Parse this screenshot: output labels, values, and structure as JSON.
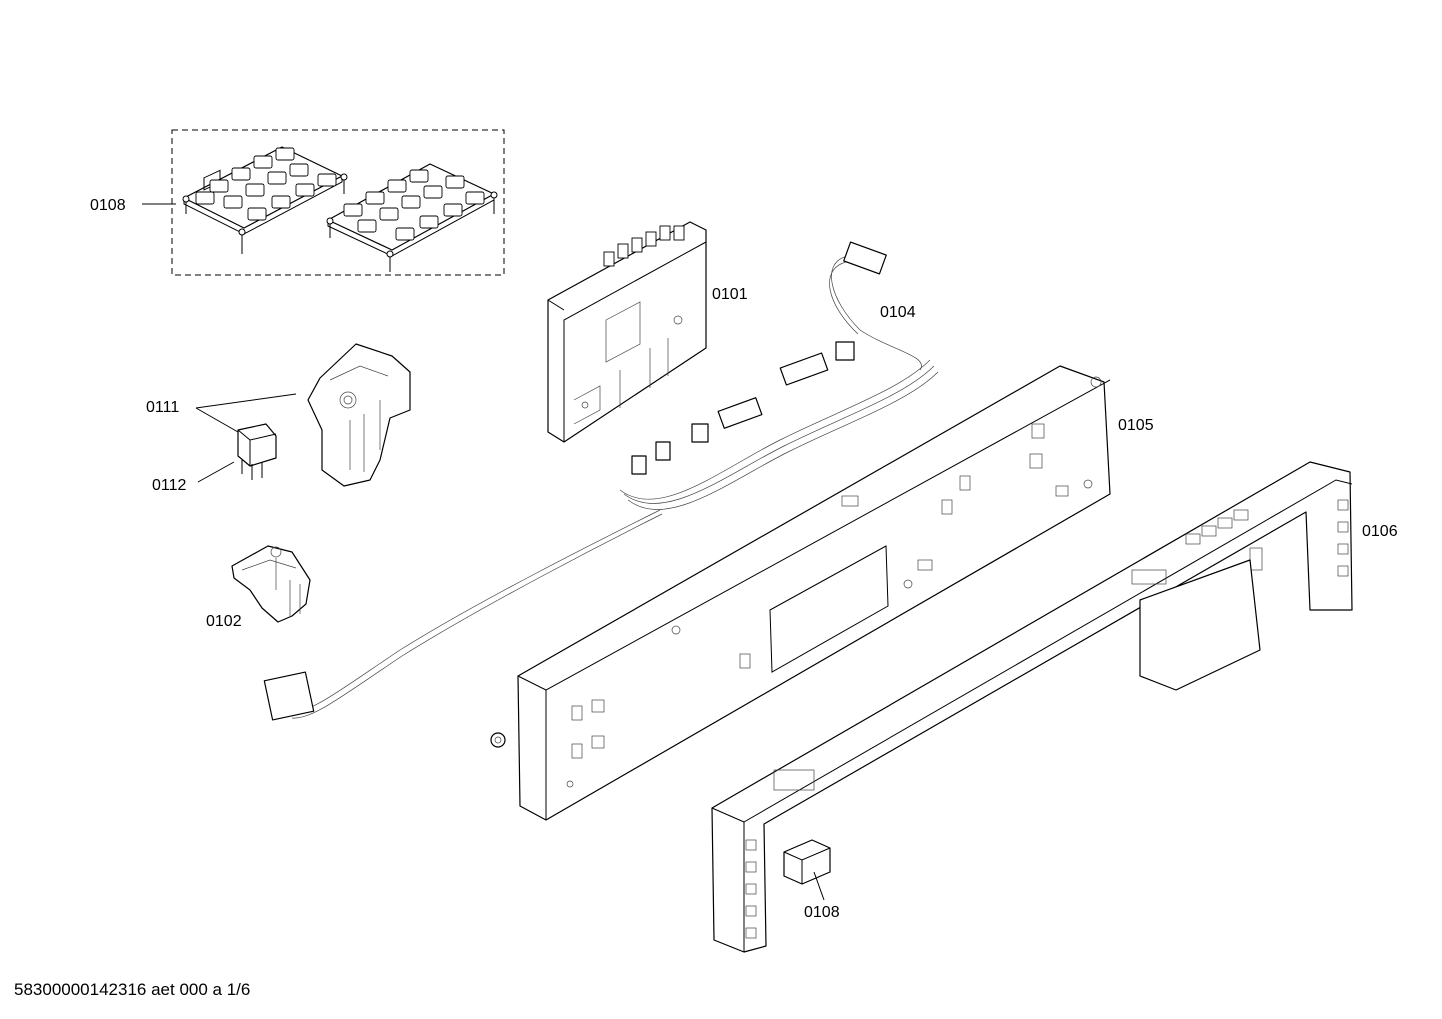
{
  "diagram": {
    "labels": {
      "p0108_top": "0108",
      "p0101": "0101",
      "p0104": "0104",
      "p0111": "0111",
      "p0112": "0112",
      "p0105": "0105",
      "p0106": "0106",
      "p0102": "0102",
      "p0108_bottom": "0108"
    }
  },
  "footer": {
    "doc_ref": "58300000142316 aet 000 a 1/6"
  }
}
